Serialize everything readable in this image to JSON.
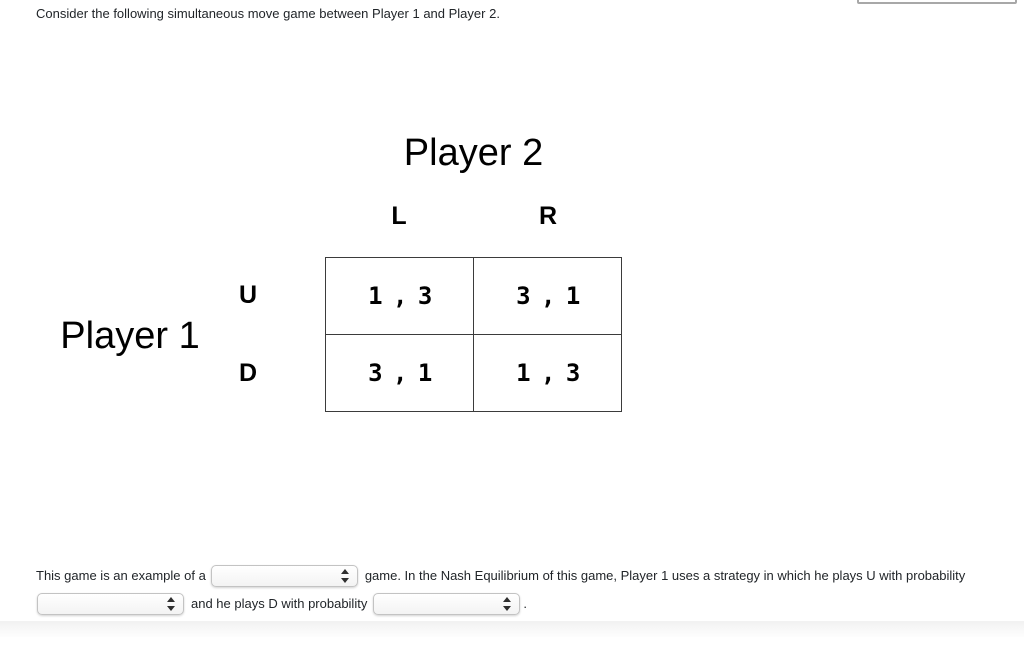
{
  "instruction": "Consider the following simultaneous move game between Player 1 and Player 2.",
  "game_matrix": {
    "player2_label": "Player 2",
    "player1_label": "Player 1",
    "col_labels": {
      "left": "L",
      "right": "R"
    },
    "row_labels": {
      "up": "U",
      "down": "D"
    },
    "cells": [
      [
        "1 , 3",
        "3 , 1"
      ],
      [
        "3 , 1",
        "1 , 3"
      ]
    ]
  },
  "question": {
    "line1_before_select": "This game is an example of a",
    "line1_after_select": "game. In the Nash Equilibrium of this game, Player 1 uses a strategy in which he plays U with probability",
    "line2_between_selects": "and he plays D with probability",
    "line2_after_select": "."
  },
  "selects": {
    "game_type": {
      "value": ""
    },
    "prob_u": {
      "value": ""
    },
    "prob_d": {
      "value": ""
    }
  },
  "colors": {
    "body_text": "#212529",
    "matrix_text": "#000000",
    "table_border": "#3b3b3b",
    "select_border": "#c3c3c3",
    "stepper_arrows": "#2f2f2f",
    "fragment_border": "#a8a8a8",
    "bottom_band": "#f1f1f1"
  }
}
